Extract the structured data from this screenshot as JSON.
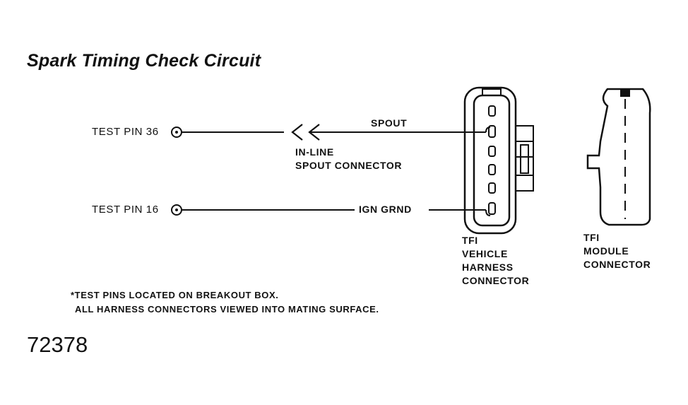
{
  "title": "Spark Timing Check Circuit",
  "labels": {
    "test_pin_36": "TEST PIN 36",
    "test_pin_16": "TEST PIN 16",
    "spout": "SPOUT",
    "inline_line1": "IN-LINE",
    "inline_line2": "SPOUT CONNECTOR",
    "ign_grnd": "IGN GRND",
    "vehicle_harness": [
      "TFI",
      "VEHICLE",
      "HARNESS",
      "CONNECTOR"
    ],
    "module_connector": [
      "TFI",
      "MODULE",
      "CONNECTOR"
    ]
  },
  "notes": {
    "line1": "*TEST PINS LOCATED ON BREAKOUT BOX.",
    "line2": "ALL HARNESS CONNECTORS VIEWED INTO MATING SURFACE."
  },
  "figure_id": "72378"
}
